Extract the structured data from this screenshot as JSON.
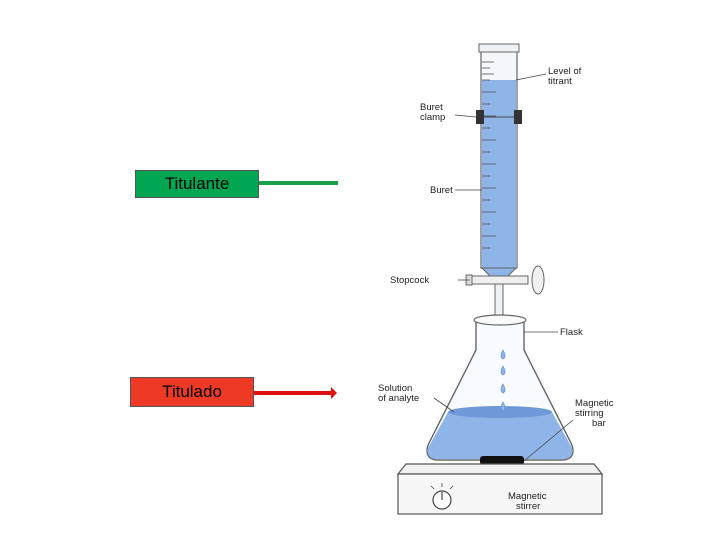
{
  "tags": {
    "titulante": "Titulante",
    "titulado": "Titulado"
  },
  "colors": {
    "titulante_bg": "#00a651",
    "titulado_bg": "#ee3a24",
    "green_arrow": "#1aa34a",
    "red_arrow": "#dd1111",
    "liquid": "#8fb4e8",
    "liquid_dark": "#6f98d8"
  },
  "diagram": {
    "labels": {
      "level_line1": "Level of",
      "level_line2": "titrant",
      "clamp_line1": "Buret",
      "clamp_line2": "clamp",
      "buret": "Buret",
      "stopcock": "Stopcock",
      "flask": "Flask",
      "solution_line1": "Solution",
      "solution_line2": "of analyte",
      "bar_line1": "Magnetic",
      "bar_line2": "stirring",
      "bar_line3": "bar",
      "stirrer_line1": "Magnetic",
      "stirrer_line2": "stirrer"
    }
  }
}
